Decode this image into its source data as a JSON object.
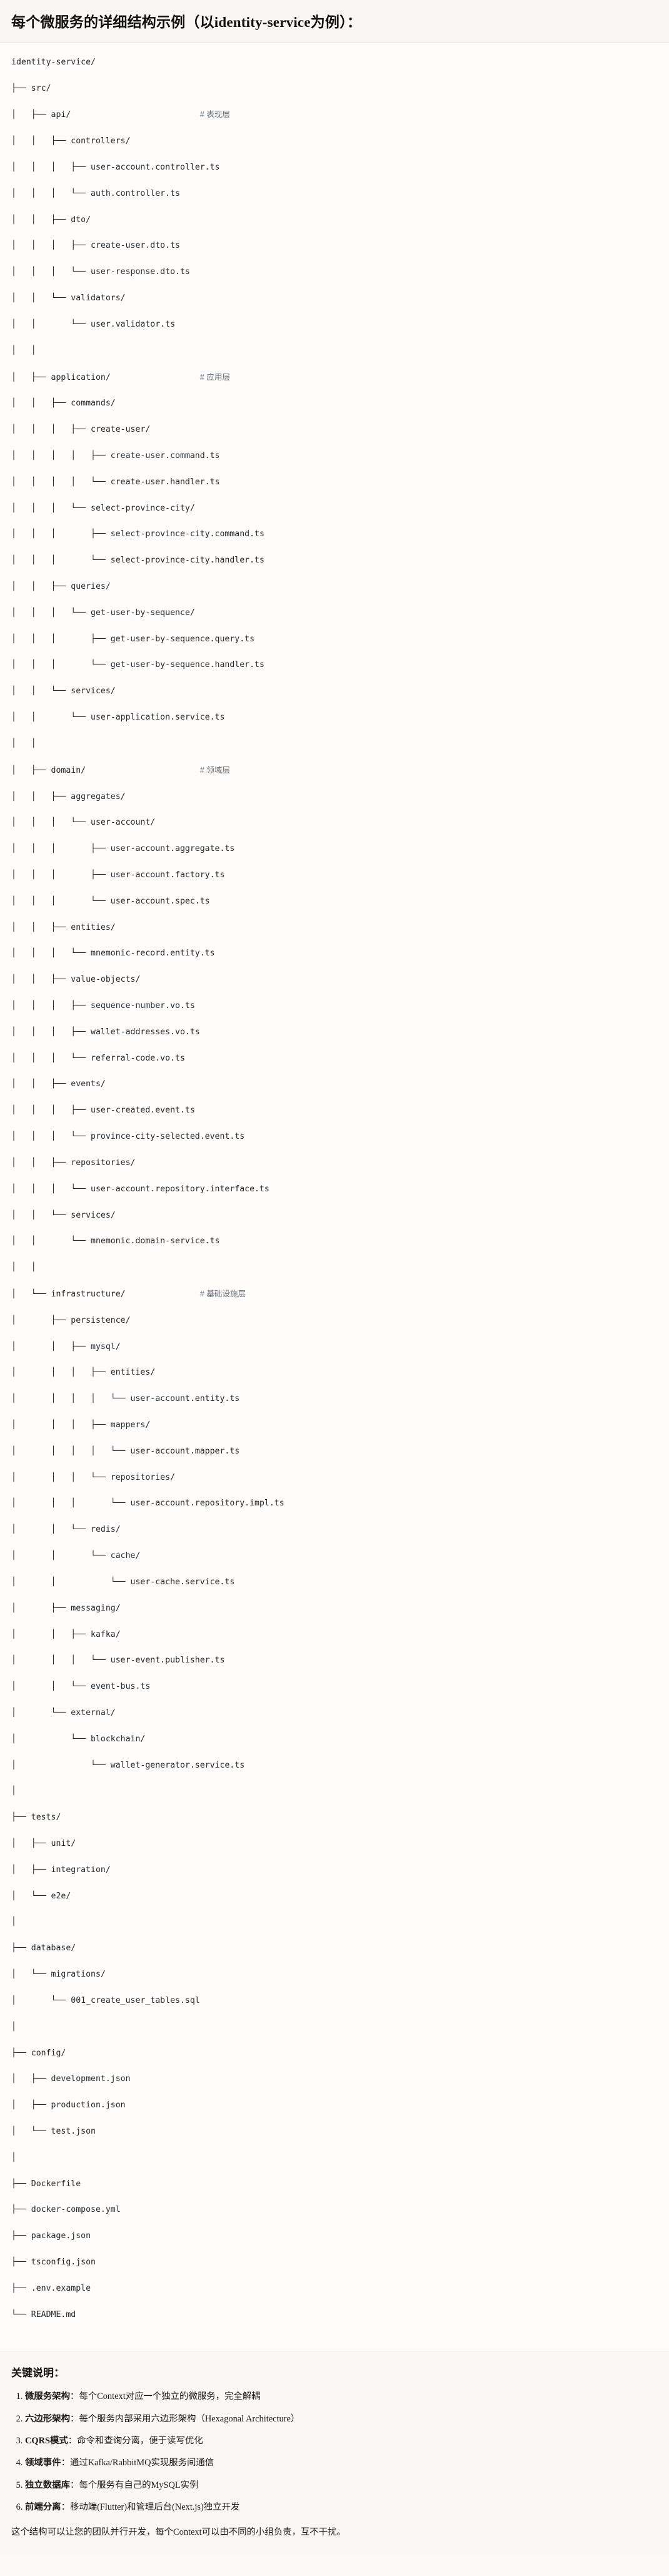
{
  "header": {
    "title": "每个微服务的详细结构示例（以identity-service为例）："
  },
  "tree": {
    "root": "identity-service/",
    "lines": [
      {
        "text": "identity-service/",
        "comment": ""
      },
      {
        "text": "├── src/",
        "comment": ""
      },
      {
        "text": "│   ├── api/                          ",
        "comment": "# 表现层"
      },
      {
        "text": "│   │   ├── controllers/",
        "comment": ""
      },
      {
        "text": "│   │   │   ├── user-account.controller.ts",
        "comment": ""
      },
      {
        "text": "│   │   │   └── auth.controller.ts",
        "comment": ""
      },
      {
        "text": "│   │   ├── dto/",
        "comment": ""
      },
      {
        "text": "│   │   │   ├── create-user.dto.ts",
        "comment": ""
      },
      {
        "text": "│   │   │   └── user-response.dto.ts",
        "comment": ""
      },
      {
        "text": "│   │   └── validators/",
        "comment": ""
      },
      {
        "text": "│   │       └── user.validator.ts",
        "comment": ""
      },
      {
        "text": "│   │",
        "comment": ""
      },
      {
        "text": "│   ├── application/                  ",
        "comment": "# 应用层"
      },
      {
        "text": "│   │   ├── commands/",
        "comment": ""
      },
      {
        "text": "│   │   │   ├── create-user/",
        "comment": ""
      },
      {
        "text": "│   │   │   │   ├── create-user.command.ts",
        "comment": ""
      },
      {
        "text": "│   │   │   │   └── create-user.handler.ts",
        "comment": ""
      },
      {
        "text": "│   │   │   └── select-province-city/",
        "comment": ""
      },
      {
        "text": "│   │   │       ├── select-province-city.command.ts",
        "comment": ""
      },
      {
        "text": "│   │   │       └── select-province-city.handler.ts",
        "comment": ""
      },
      {
        "text": "│   │   ├── queries/",
        "comment": ""
      },
      {
        "text": "│   │   │   └── get-user-by-sequence/",
        "comment": ""
      },
      {
        "text": "│   │   │       ├── get-user-by-sequence.query.ts",
        "comment": ""
      },
      {
        "text": "│   │   │       └── get-user-by-sequence.handler.ts",
        "comment": ""
      },
      {
        "text": "│   │   └── services/",
        "comment": ""
      },
      {
        "text": "│   │       └── user-application.service.ts",
        "comment": ""
      },
      {
        "text": "│   │",
        "comment": ""
      },
      {
        "text": "│   ├── domain/                       ",
        "comment": "# 领域层"
      },
      {
        "text": "│   │   ├── aggregates/",
        "comment": ""
      },
      {
        "text": "│   │   │   └── user-account/",
        "comment": ""
      },
      {
        "text": "│   │   │       ├── user-account.aggregate.ts",
        "comment": ""
      },
      {
        "text": "│   │   │       ├── user-account.factory.ts",
        "comment": ""
      },
      {
        "text": "│   │   │       └── user-account.spec.ts",
        "comment": ""
      },
      {
        "text": "│   │   ├── entities/",
        "comment": ""
      },
      {
        "text": "│   │   │   └── mnemonic-record.entity.ts",
        "comment": ""
      },
      {
        "text": "│   │   ├── value-objects/",
        "comment": ""
      },
      {
        "text": "│   │   │   ├── sequence-number.vo.ts",
        "comment": ""
      },
      {
        "text": "│   │   │   ├── wallet-addresses.vo.ts",
        "comment": ""
      },
      {
        "text": "│   │   │   └── referral-code.vo.ts",
        "comment": ""
      },
      {
        "text": "│   │   ├── events/",
        "comment": ""
      },
      {
        "text": "│   │   │   ├── user-created.event.ts",
        "comment": ""
      },
      {
        "text": "│   │   │   └── province-city-selected.event.ts",
        "comment": ""
      },
      {
        "text": "│   │   ├── repositories/",
        "comment": ""
      },
      {
        "text": "│   │   │   └── user-account.repository.interface.ts",
        "comment": ""
      },
      {
        "text": "│   │   └── services/",
        "comment": ""
      },
      {
        "text": "│   │       └── mnemonic.domain-service.ts",
        "comment": ""
      },
      {
        "text": "│   │",
        "comment": ""
      },
      {
        "text": "│   └── infrastructure/               ",
        "comment": "# 基础设施层"
      },
      {
        "text": "│       ├── persistence/",
        "comment": ""
      },
      {
        "text": "│       │   ├── mysql/",
        "comment": ""
      },
      {
        "text": "│       │   │   ├── entities/",
        "comment": ""
      },
      {
        "text": "│       │   │   │   └── user-account.entity.ts",
        "comment": ""
      },
      {
        "text": "│       │   │   ├── mappers/",
        "comment": ""
      },
      {
        "text": "│       │   │   │   └── user-account.mapper.ts",
        "comment": ""
      },
      {
        "text": "│       │   │   └── repositories/",
        "comment": ""
      },
      {
        "text": "│       │   │       └── user-account.repository.impl.ts",
        "comment": ""
      },
      {
        "text": "│       │   └── redis/",
        "comment": ""
      },
      {
        "text": "│       │       └── cache/",
        "comment": ""
      },
      {
        "text": "│       │           └── user-cache.service.ts",
        "comment": ""
      },
      {
        "text": "│       ├── messaging/",
        "comment": ""
      },
      {
        "text": "│       │   ├── kafka/",
        "comment": ""
      },
      {
        "text": "│       │   │   └── user-event.publisher.ts",
        "comment": ""
      },
      {
        "text": "│       │   └── event-bus.ts",
        "comment": ""
      },
      {
        "text": "│       └── external/",
        "comment": ""
      },
      {
        "text": "│           └── blockchain/",
        "comment": ""
      },
      {
        "text": "│               └── wallet-generator.service.ts",
        "comment": ""
      },
      {
        "text": "│",
        "comment": ""
      },
      {
        "text": "├── tests/",
        "comment": ""
      },
      {
        "text": "│   ├── unit/",
        "comment": ""
      },
      {
        "text": "│   ├── integration/",
        "comment": ""
      },
      {
        "text": "│   └── e2e/",
        "comment": ""
      },
      {
        "text": "│",
        "comment": ""
      },
      {
        "text": "├── database/",
        "comment": ""
      },
      {
        "text": "│   └── migrations/",
        "comment": ""
      },
      {
        "text": "│       └── 001_create_user_tables.sql",
        "comment": ""
      },
      {
        "text": "│",
        "comment": ""
      },
      {
        "text": "├── config/",
        "comment": ""
      },
      {
        "text": "│   ├── development.json",
        "comment": ""
      },
      {
        "text": "│   ├── production.json",
        "comment": ""
      },
      {
        "text": "│   └── test.json",
        "comment": ""
      },
      {
        "text": "│",
        "comment": ""
      },
      {
        "text": "├── Dockerfile",
        "comment": ""
      },
      {
        "text": "├── docker-compose.yml",
        "comment": ""
      },
      {
        "text": "├── package.json",
        "comment": ""
      },
      {
        "text": "├── tsconfig.json",
        "comment": ""
      },
      {
        "text": "├── .env.example",
        "comment": ""
      },
      {
        "text": "└── README.md",
        "comment": ""
      }
    ]
  },
  "notes": {
    "title": "关键说明：",
    "items": [
      {
        "lead": "微服务架构",
        "body": "：每个Context对应一个独立的微服务，完全解耦"
      },
      {
        "lead": "六边形架构",
        "body": "：每个服务内部采用六边形架构（Hexagonal Architecture）"
      },
      {
        "lead": "CQRS模式",
        "body": "：命令和查询分离，便于读写优化"
      },
      {
        "lead": "领域事件",
        "body": "：通过Kafka/RabbitMQ实现服务间通信"
      },
      {
        "lead": "独立数据库",
        "body": "：每个服务有自己的MySQL实例"
      },
      {
        "lead": "前端分离",
        "body": "：移动端(Flutter)和管理后台(Next.js)独立开发"
      }
    ],
    "closing": "这个结构可以让您的团队并行开发，每个Context可以由不同的小组负责，互不干扰。"
  },
  "colors": {
    "page_bg": "#fbfaf8",
    "header_bg": "#f8f7f3",
    "code_bg": "#fdfcfa",
    "notes_bg": "#faf8f4",
    "text": "#1b1b1b",
    "code_text": "#24292f",
    "comment_text": "#6a737d",
    "divider": "#e6e3dd"
  }
}
